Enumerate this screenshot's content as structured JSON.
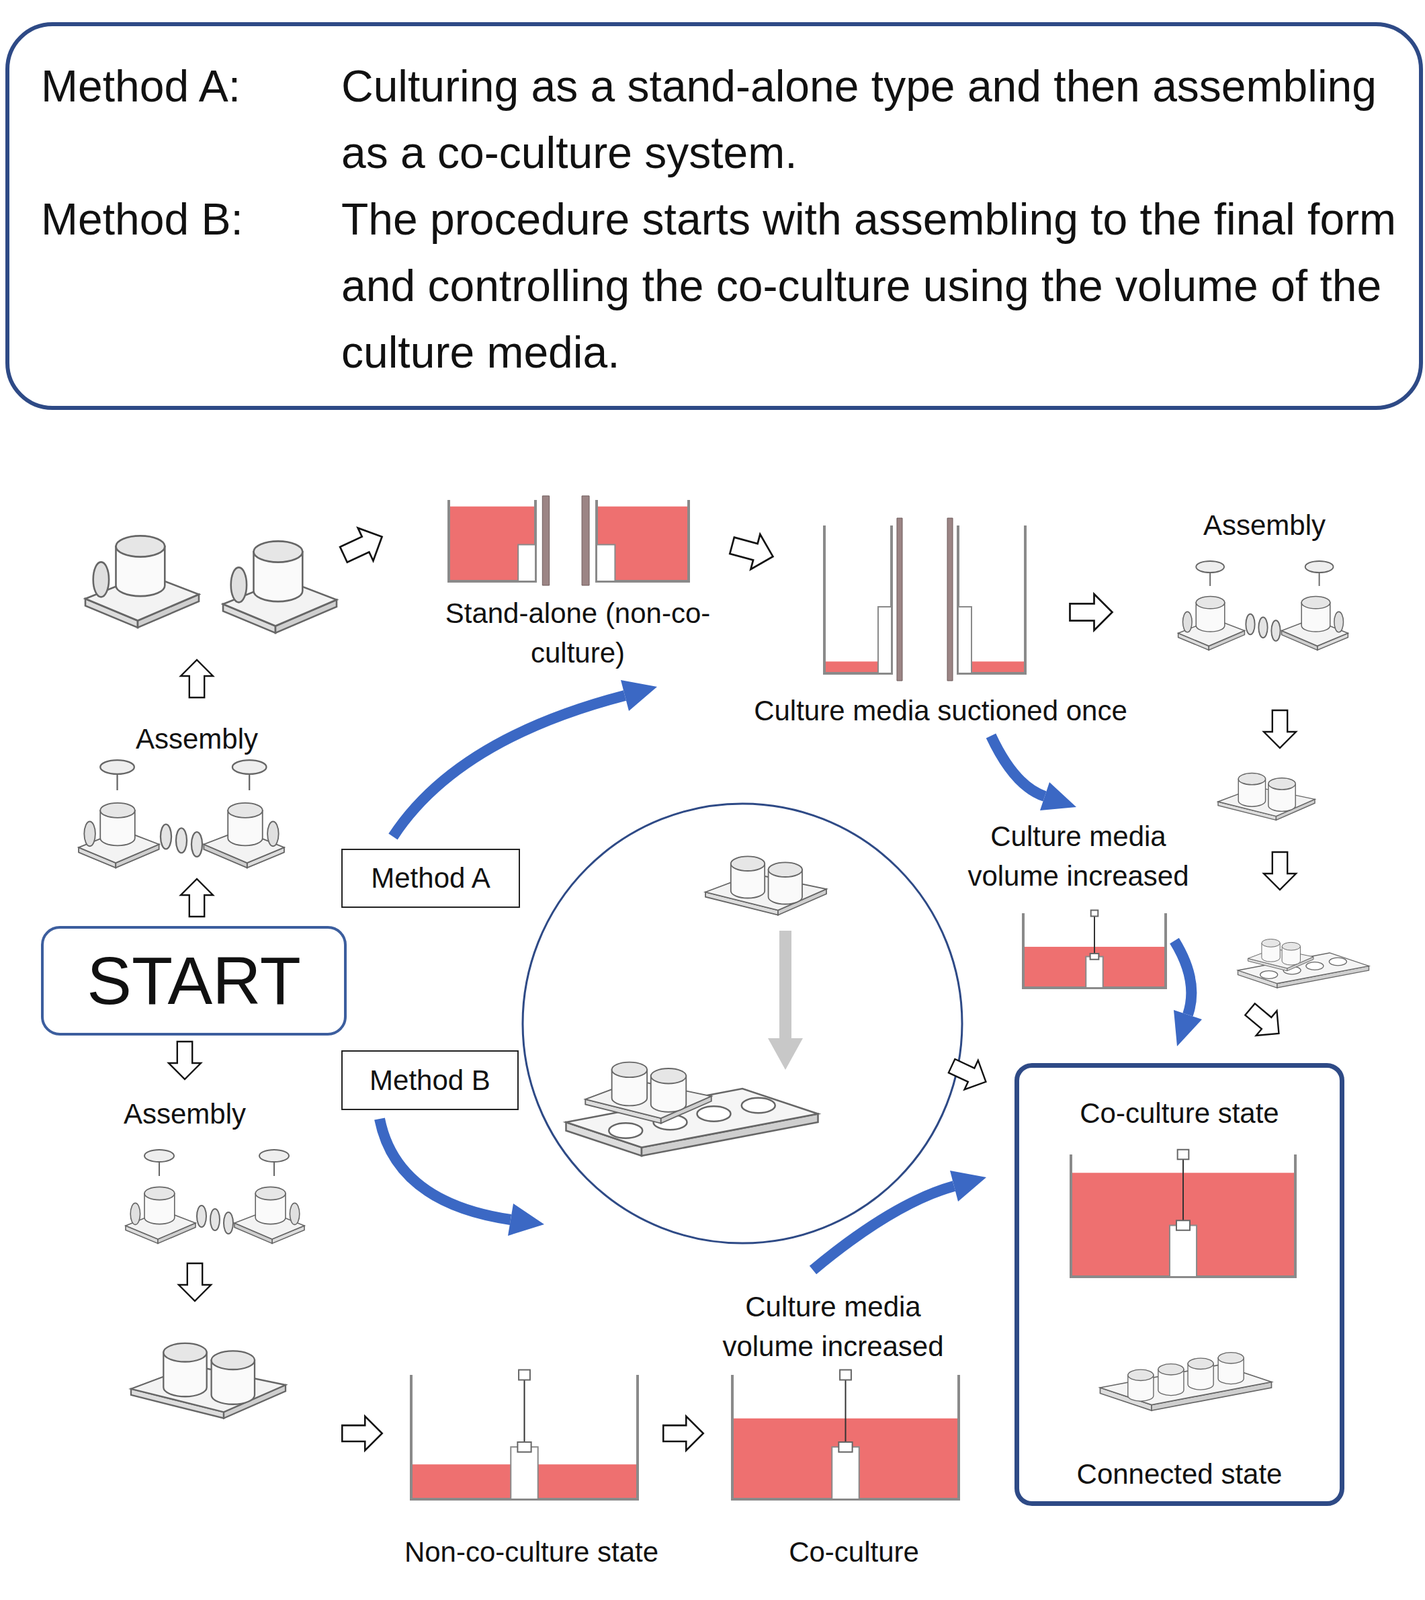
{
  "diagram": {
    "nodes": [
      {
        "text": [
          "Method A:",
          "Culturing as a stand-alone type and then assembling as a co-culture system.",
          "Method B:",
          "The procedure starts with assembling to the final form and controlling the co-culture using the volume of the culture media."
        ]
      },
      {
        "text": [
          "START"
        ]
      },
      {
        "text": [
          "Method A"
        ]
      },
      {
        "text": [
          "Method B"
        ]
      },
      {
        "text": [
          "Co-culture state",
          "Connected state"
        ]
      }
    ],
    "labels": [
      "Stand-alone (non-co-culture)",
      "Assembly",
      "Assembly",
      "Culture media suctioned once",
      "Culture media volume increased",
      "Assembly",
      "Culture media volume increased",
      "Non-co-culture state",
      "Co-culture"
    ]
  }
}
